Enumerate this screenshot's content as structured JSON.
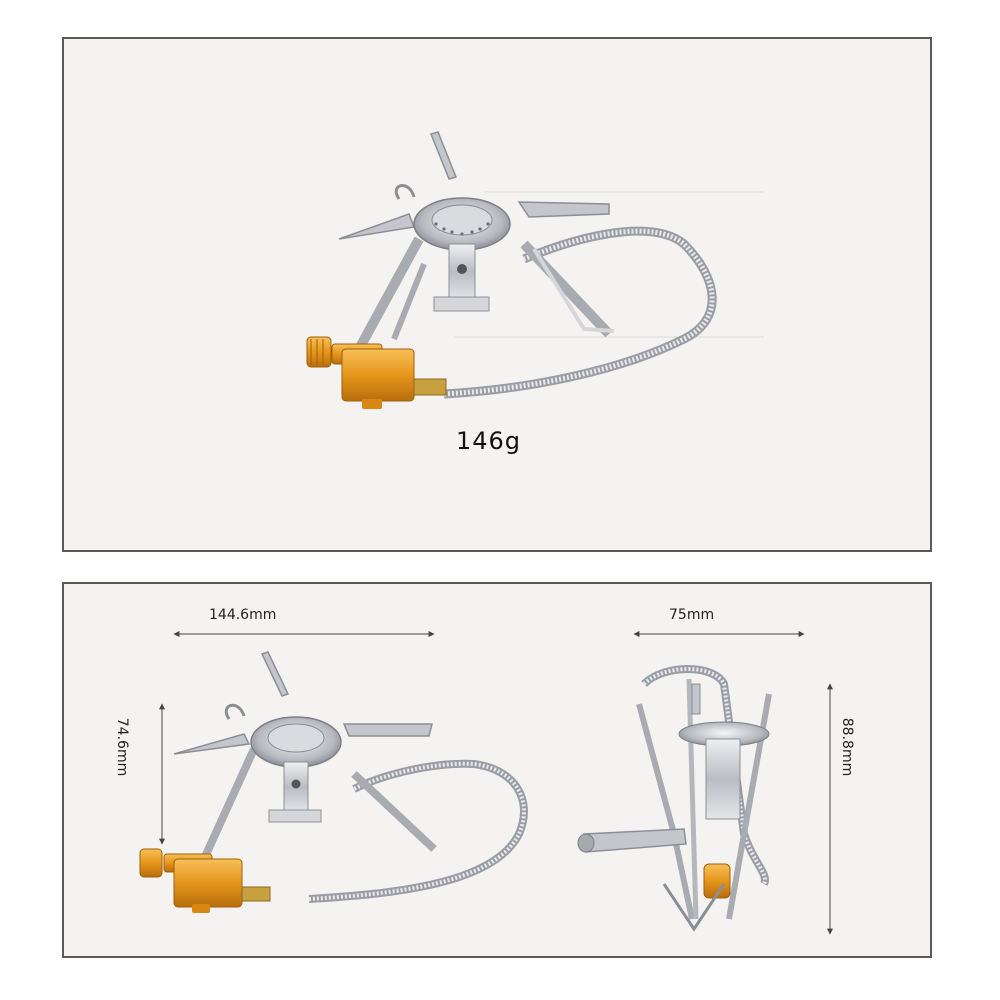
{
  "top_panel": {
    "weight": "146g"
  },
  "bottom_panel": {
    "width_side_view": "144.6mm",
    "height_side_view": "74.6mm",
    "width_folded_view": "75mm",
    "height_folded_view": "88.8mm"
  },
  "colors": {
    "frame": "#5a5a5a",
    "background": "#f4f3f1",
    "steel": "#c9ccd0",
    "steel_dark": "#8b8f95",
    "valve_orange": "#e69a1c",
    "brass": "#c8a040"
  },
  "icons": [
    "camping-stove-image",
    "dimension-arrow"
  ]
}
